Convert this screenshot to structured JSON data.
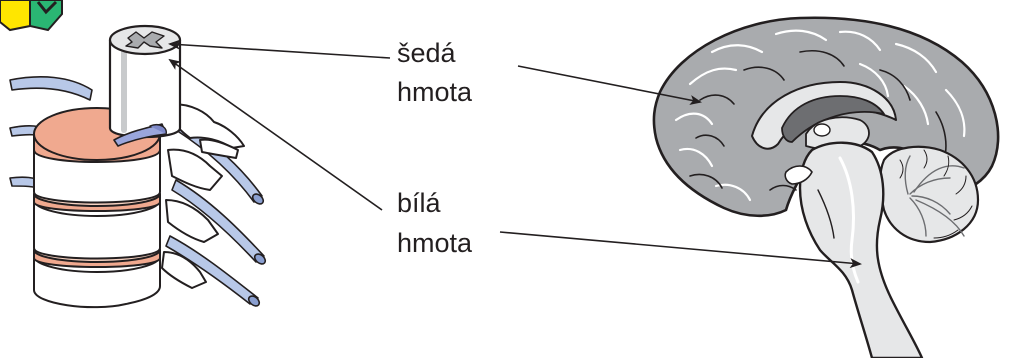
{
  "labels": {
    "grey_matter": {
      "line1": "šedá",
      "line2": "hmota"
    },
    "white_matter": {
      "line1": "bílá",
      "line2": "hmota"
    }
  },
  "colors": {
    "outline": "#231f20",
    "grey_matter": "#a9abae",
    "white_matter": "#e6e7e8",
    "ventricle": "#6d6e71",
    "disc": "#f0a98f",
    "nerve": "#b8c8e8",
    "nerve_tip": "#8a9fd0",
    "vertebra": "#ffffff",
    "badge_yellow": "#ffe600",
    "badge_green": "#2ab673"
  },
  "icons": {
    "corner_badge": "corner-badge-icon",
    "spine": "spinal-column-illustration",
    "brain": "brain-sagittal-illustration"
  }
}
